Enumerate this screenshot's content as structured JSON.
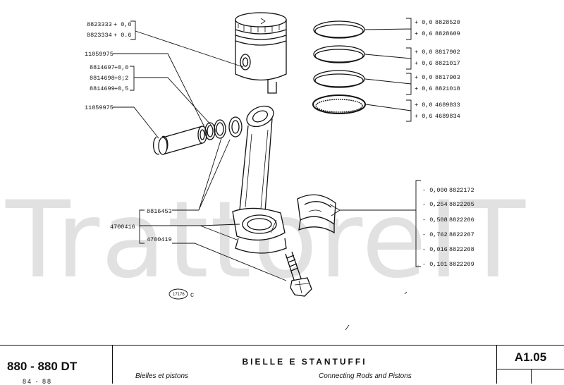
{
  "watermark": "TrattoreIT",
  "piston_parts": [
    {
      "part": "8823333",
      "size": "+ 0,0"
    },
    {
      "part": "8823334",
      "size": "+ 0.6"
    }
  ],
  "pin_clip_top": "11059975",
  "bushings": [
    {
      "part": "8814697",
      "size": "+0,0"
    },
    {
      "part": "8814698",
      "size": "+0;2"
    },
    {
      "part": "8814699",
      "size": "+0,5"
    }
  ],
  "pin_clip_bottom": "11059975",
  "rings": [
    {
      "lines": [
        {
          "size": "+ 0,0",
          "part": "8828520"
        },
        {
          "size": "+ 0,6",
          "part": "8828609"
        }
      ]
    },
    {
      "lines": [
        {
          "size": "+ 0,0",
          "part": "8817902"
        },
        {
          "size": "+ 0,6",
          "part": "8821017"
        }
      ]
    },
    {
      "lines": [
        {
          "size": "+ 0,0",
          "part": "8817903"
        },
        {
          "size": "+ 0,6",
          "part": "8821018"
        }
      ]
    },
    {
      "lines": [
        {
          "size": "+ 0,0",
          "part": "4689833"
        },
        {
          "size": "+ 0,6",
          "part": "4689834"
        }
      ]
    }
  ],
  "bearings": [
    {
      "size": "- 0,000",
      "part": "8822172"
    },
    {
      "size": "- 0,254",
      "part": "8822205"
    },
    {
      "size": "- 0,508",
      "part": "8822206"
    },
    {
      "size": "- 0,762",
      "part": "8822207"
    },
    {
      "size": "- 0,016",
      "part": "8822208"
    },
    {
      "size": "- 0,101",
      "part": "8822209"
    }
  ],
  "conrod": {
    "bush": "8816453",
    "assembly": "4700416",
    "bolt": "4700419"
  },
  "figure_ref": "17176",
  "figure_suffix": "C",
  "footer": {
    "model": "880 - 880 DT",
    "model_sub": "84 - 88",
    "title_it": "BIELLE E STANTUFFI",
    "title_fr": "Bielles et pistons",
    "title_en": "Connecting Rods and Pistons",
    "code": "A1.05"
  }
}
